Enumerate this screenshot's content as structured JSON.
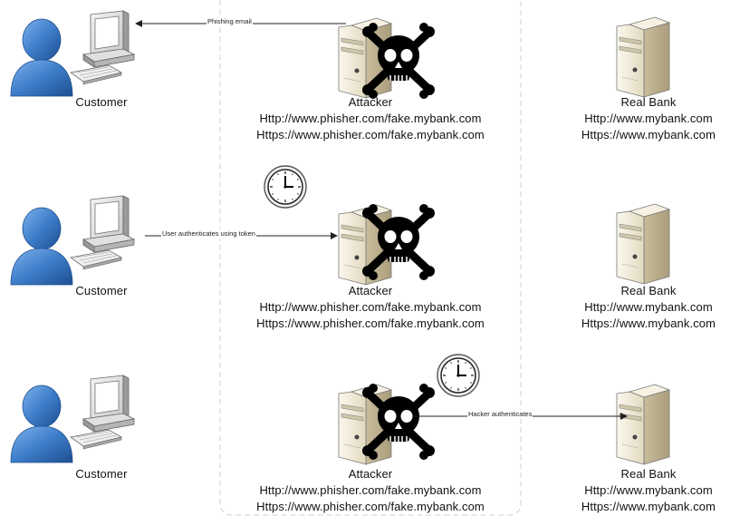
{
  "rows": [
    {
      "customer": "Customer",
      "attacker": {
        "name": "Attacker",
        "http": "Http://www.phisher.com/fake.mybank.com",
        "https": "Https://www.phisher.com/fake.mybank.com"
      },
      "bank": {
        "name": "Real Bank",
        "http": "Http://www.mybank.com",
        "https": "Https://www.mybank.com"
      },
      "edge": "Phishing email"
    },
    {
      "customer": "Customer",
      "attacker": {
        "name": "Attacker",
        "http": "Http://www.phisher.com/fake.mybank.com",
        "https": "Https://www.phisher.com/fake.mybank.com"
      },
      "bank": {
        "name": "Real Bank",
        "http": "Http://www.mybank.com",
        "https": "Https://www.mybank.com"
      },
      "edge": "User authenticates using token"
    },
    {
      "customer": "Customer",
      "attacker": {
        "name": "Attacker",
        "http": "Http://www.phisher.com/fake.mybank.com",
        "https": "Https://www.phisher.com/fake.mybank.com"
      },
      "bank": {
        "name": "Real Bank",
        "http": "Http://www.mybank.com",
        "https": "Https://www.mybank.com"
      },
      "edge": "Hacker authenticates"
    }
  ],
  "icons": {
    "person": "person-icon",
    "computer": "computer-icon",
    "server": "server-icon",
    "skull": "skull-crossbones-icon",
    "clock": "clock-icon"
  },
  "colors": {
    "person": "#3d7dc9",
    "server": "#efe8d4",
    "skull": "#000000",
    "boundary": "#cfcfcf"
  }
}
